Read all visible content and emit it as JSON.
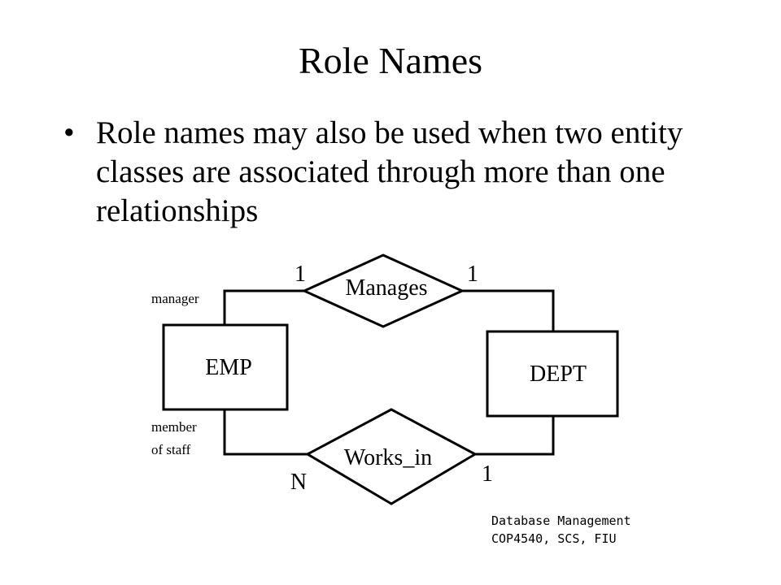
{
  "slide": {
    "title": "Role Names",
    "bullets": [
      {
        "text": "Role names may also be used when two entity classes are associated through more than one relationships"
      }
    ]
  },
  "diagram": {
    "entities": [
      {
        "id": "emp",
        "label": "EMP"
      },
      {
        "id": "dept",
        "label": "DEPT"
      }
    ],
    "relationships": [
      {
        "id": "manages",
        "label": "Manages",
        "emp_cardinality": "1",
        "dept_cardinality": "1",
        "emp_role": "manager"
      },
      {
        "id": "works_in",
        "label": "Works_in",
        "emp_cardinality": "N",
        "dept_cardinality": "1",
        "emp_role_lines": [
          "member",
          "of staff"
        ]
      }
    ]
  },
  "footer": {
    "line1": "Database Management",
    "line2": "COP4540, SCS, FIU"
  }
}
